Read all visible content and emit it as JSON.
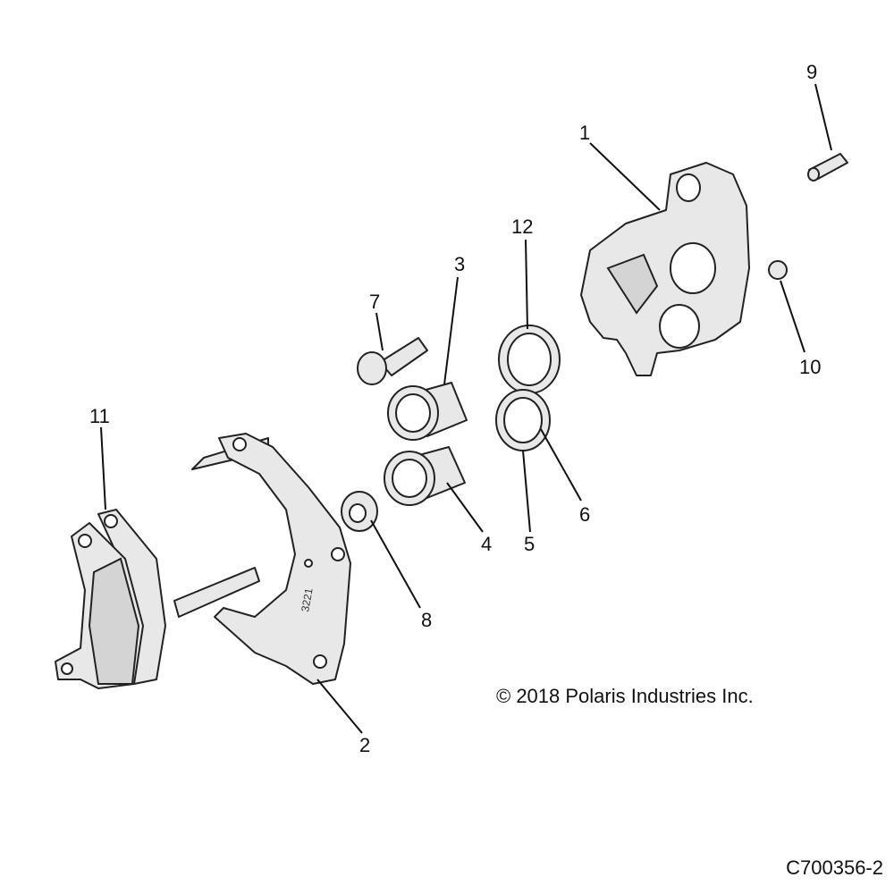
{
  "diagram": {
    "callouts": [
      {
        "id": "1",
        "label": "1"
      },
      {
        "id": "2",
        "label": "2"
      },
      {
        "id": "3",
        "label": "3"
      },
      {
        "id": "4",
        "label": "4"
      },
      {
        "id": "5",
        "label": "5"
      },
      {
        "id": "6",
        "label": "6"
      },
      {
        "id": "7",
        "label": "7"
      },
      {
        "id": "8",
        "label": "8"
      },
      {
        "id": "9",
        "label": "9"
      },
      {
        "id": "10",
        "label": "10"
      },
      {
        "id": "11",
        "label": "11"
      },
      {
        "id": "12",
        "label": "12"
      }
    ],
    "bracket_stamp": "3221",
    "copyright": "© 2018 Polaris Industries Inc.",
    "drawing_number": "C700356-2"
  }
}
